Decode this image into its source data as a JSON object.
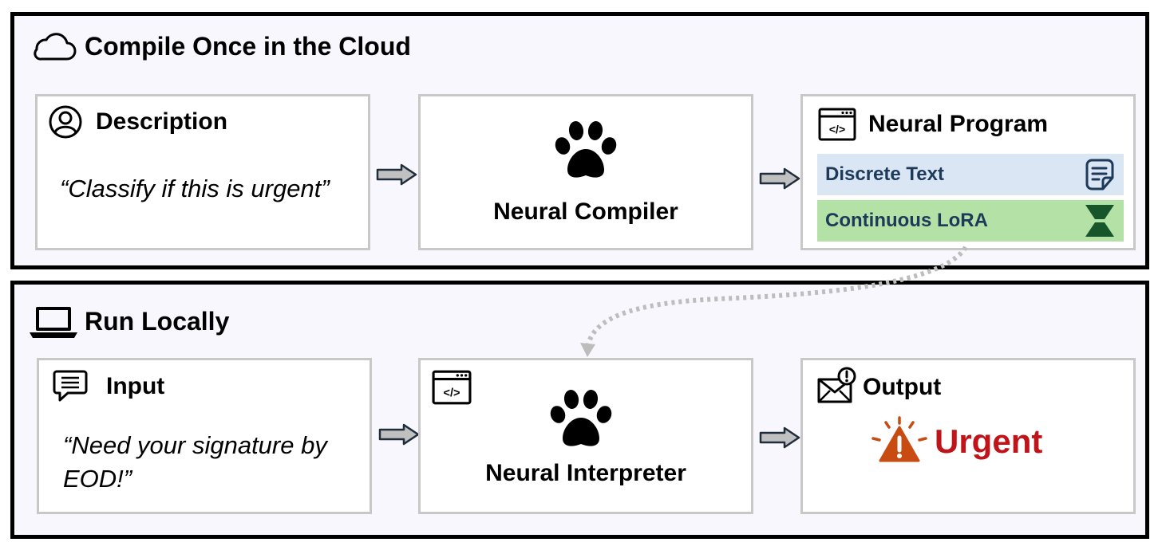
{
  "top_panel": {
    "title": "Compile Once in the Cloud",
    "description_box": {
      "title": "Description",
      "quote": "“Classify if this is urgent”"
    },
    "compiler_box": {
      "label": "Neural Compiler"
    },
    "program_box": {
      "title": "Neural Program",
      "strips": [
        {
          "label": "Discrete Text",
          "color": "#dae6f3"
        },
        {
          "label": "Continuous LoRA",
          "color": "#b4e2a6"
        }
      ]
    }
  },
  "bottom_panel": {
    "title": "Run Locally",
    "input_box": {
      "title": "Input",
      "quote": "“Need your signature by EOD!”"
    },
    "interpreter_box": {
      "label": "Neural Interpreter"
    },
    "output_box": {
      "title": "Output",
      "result": "Urgent",
      "result_color": "#c0141b",
      "warning_color": "#c84b11"
    }
  },
  "icons": {
    "top_panel": "cloud-icon",
    "bottom_panel": "laptop-icon",
    "description": "user-icon",
    "program": "code-window-icon",
    "discrete_text": "document-icon",
    "continuous_lora": "hourglass-icon",
    "input": "chat-icon",
    "output": "mail-alert-icon",
    "compiler": "paw-icon",
    "interpreter": "paw-icon",
    "result": "warning-icon"
  },
  "colors": {
    "panel_background": "#f8f7fd",
    "box_border": "#c8c8c8",
    "arrow_fill": "#c0c0c0",
    "connector": "#bdbdbd"
  }
}
